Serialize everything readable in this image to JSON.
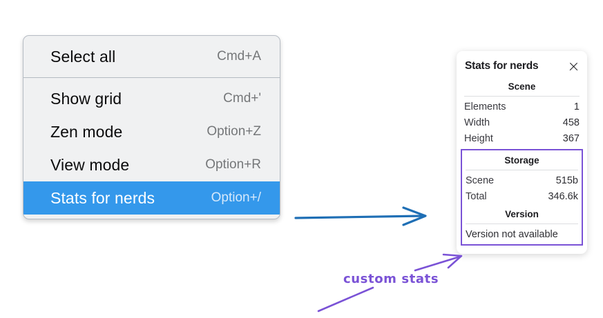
{
  "context_menu": {
    "groups": [
      {
        "items": [
          {
            "label": "Select all",
            "shortcut": "Cmd+A",
            "selected": false
          }
        ]
      },
      {
        "items": [
          {
            "label": "Show grid",
            "shortcut": "Cmd+'",
            "selected": false
          },
          {
            "label": "Zen mode",
            "shortcut": "Option+Z",
            "selected": false
          },
          {
            "label": "View mode",
            "shortcut": "Option+R",
            "selected": false
          },
          {
            "label": "Stats for nerds",
            "shortcut": "Option+/",
            "selected": true
          }
        ]
      }
    ],
    "highlight_color": "#3498eb"
  },
  "stats_panel": {
    "title": "Stats for nerds",
    "close_icon": "close-icon",
    "sections": [
      {
        "title": "Scene",
        "rows": [
          {
            "key": "Elements",
            "value": "1"
          },
          {
            "key": "Width",
            "value": "458"
          },
          {
            "key": "Height",
            "value": "367"
          }
        ]
      },
      {
        "title": "Storage",
        "rows": [
          {
            "key": "Scene",
            "value": "515b"
          },
          {
            "key": "Total",
            "value": "346.6k"
          }
        ]
      },
      {
        "title": "Version",
        "single_value": "Version not available"
      }
    ]
  },
  "annotations": {
    "custom_stats_label": "custom stats",
    "arrow_color_blue": "#1f6fb5",
    "arrow_color_purple": "#7a52d6"
  }
}
